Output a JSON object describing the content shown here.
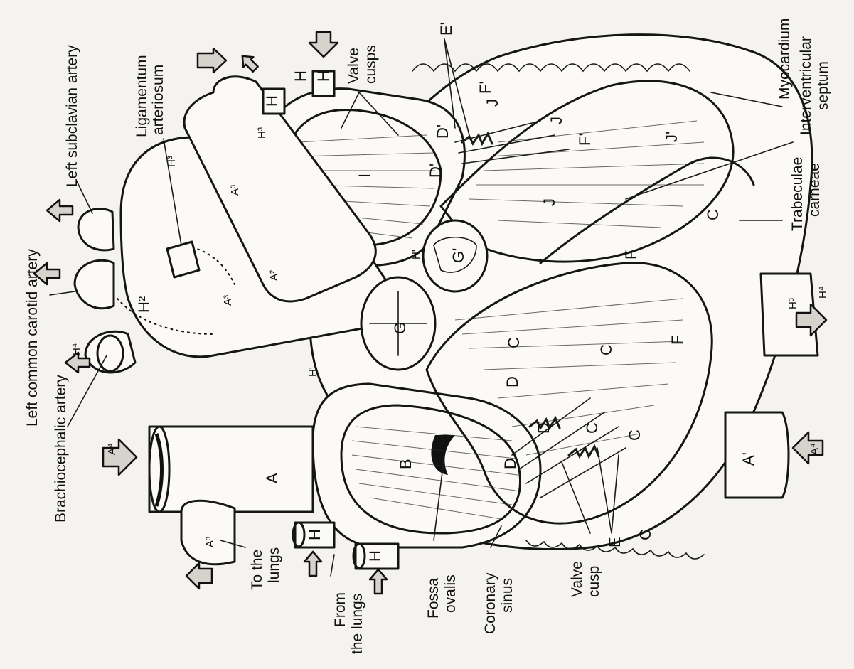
{
  "labels": {
    "left_subclavian_artery": "Left subclavian artery",
    "left_common_carotid_artery": "Left common carotid artery",
    "brachiocephalic_artery": "Brachiocephalic artery",
    "ligamentum_arteriosum_1": "Ligamentum",
    "ligamentum_arteriosum_2": "arteriosum",
    "valve_cusps_1": "Valve",
    "valve_cusps_2": "cusps",
    "myocardium": "Myocardium",
    "interventricular_septum_1": "Interventricular",
    "interventricular_septum_2": "septum",
    "trabeculae_carneae_1": "Trabeculae",
    "trabeculae_carneae_2": "carneae",
    "to_the_lungs_1": "To the",
    "to_the_lungs_2": "lungs",
    "from_the_lungs_1": "From",
    "from_the_lungs_2": "the lungs",
    "fossa_ovalis_1": "Fossa",
    "fossa_ovalis_2": "ovalis",
    "coronary_sinus_1": "Coronary",
    "coronary_sinus_2": "sinus",
    "valve_cusp_1": "Valve",
    "valve_cusp_2": "cusp"
  },
  "letters": {
    "A": "A",
    "A1": "A'",
    "A2": "A²",
    "A3": "A³",
    "A4": "A⁴",
    "B": "B",
    "C": "C",
    "D": "D",
    "D1": "D'",
    "E": "E",
    "E1": "E'",
    "F": "F",
    "F1": "F'",
    "G": "G",
    "G1": "G'",
    "H": "H",
    "H1": "H'",
    "H2": "H²",
    "H3": "H³",
    "H4": "H⁴",
    "I": "I",
    "J": "J",
    "J1": "J'"
  }
}
